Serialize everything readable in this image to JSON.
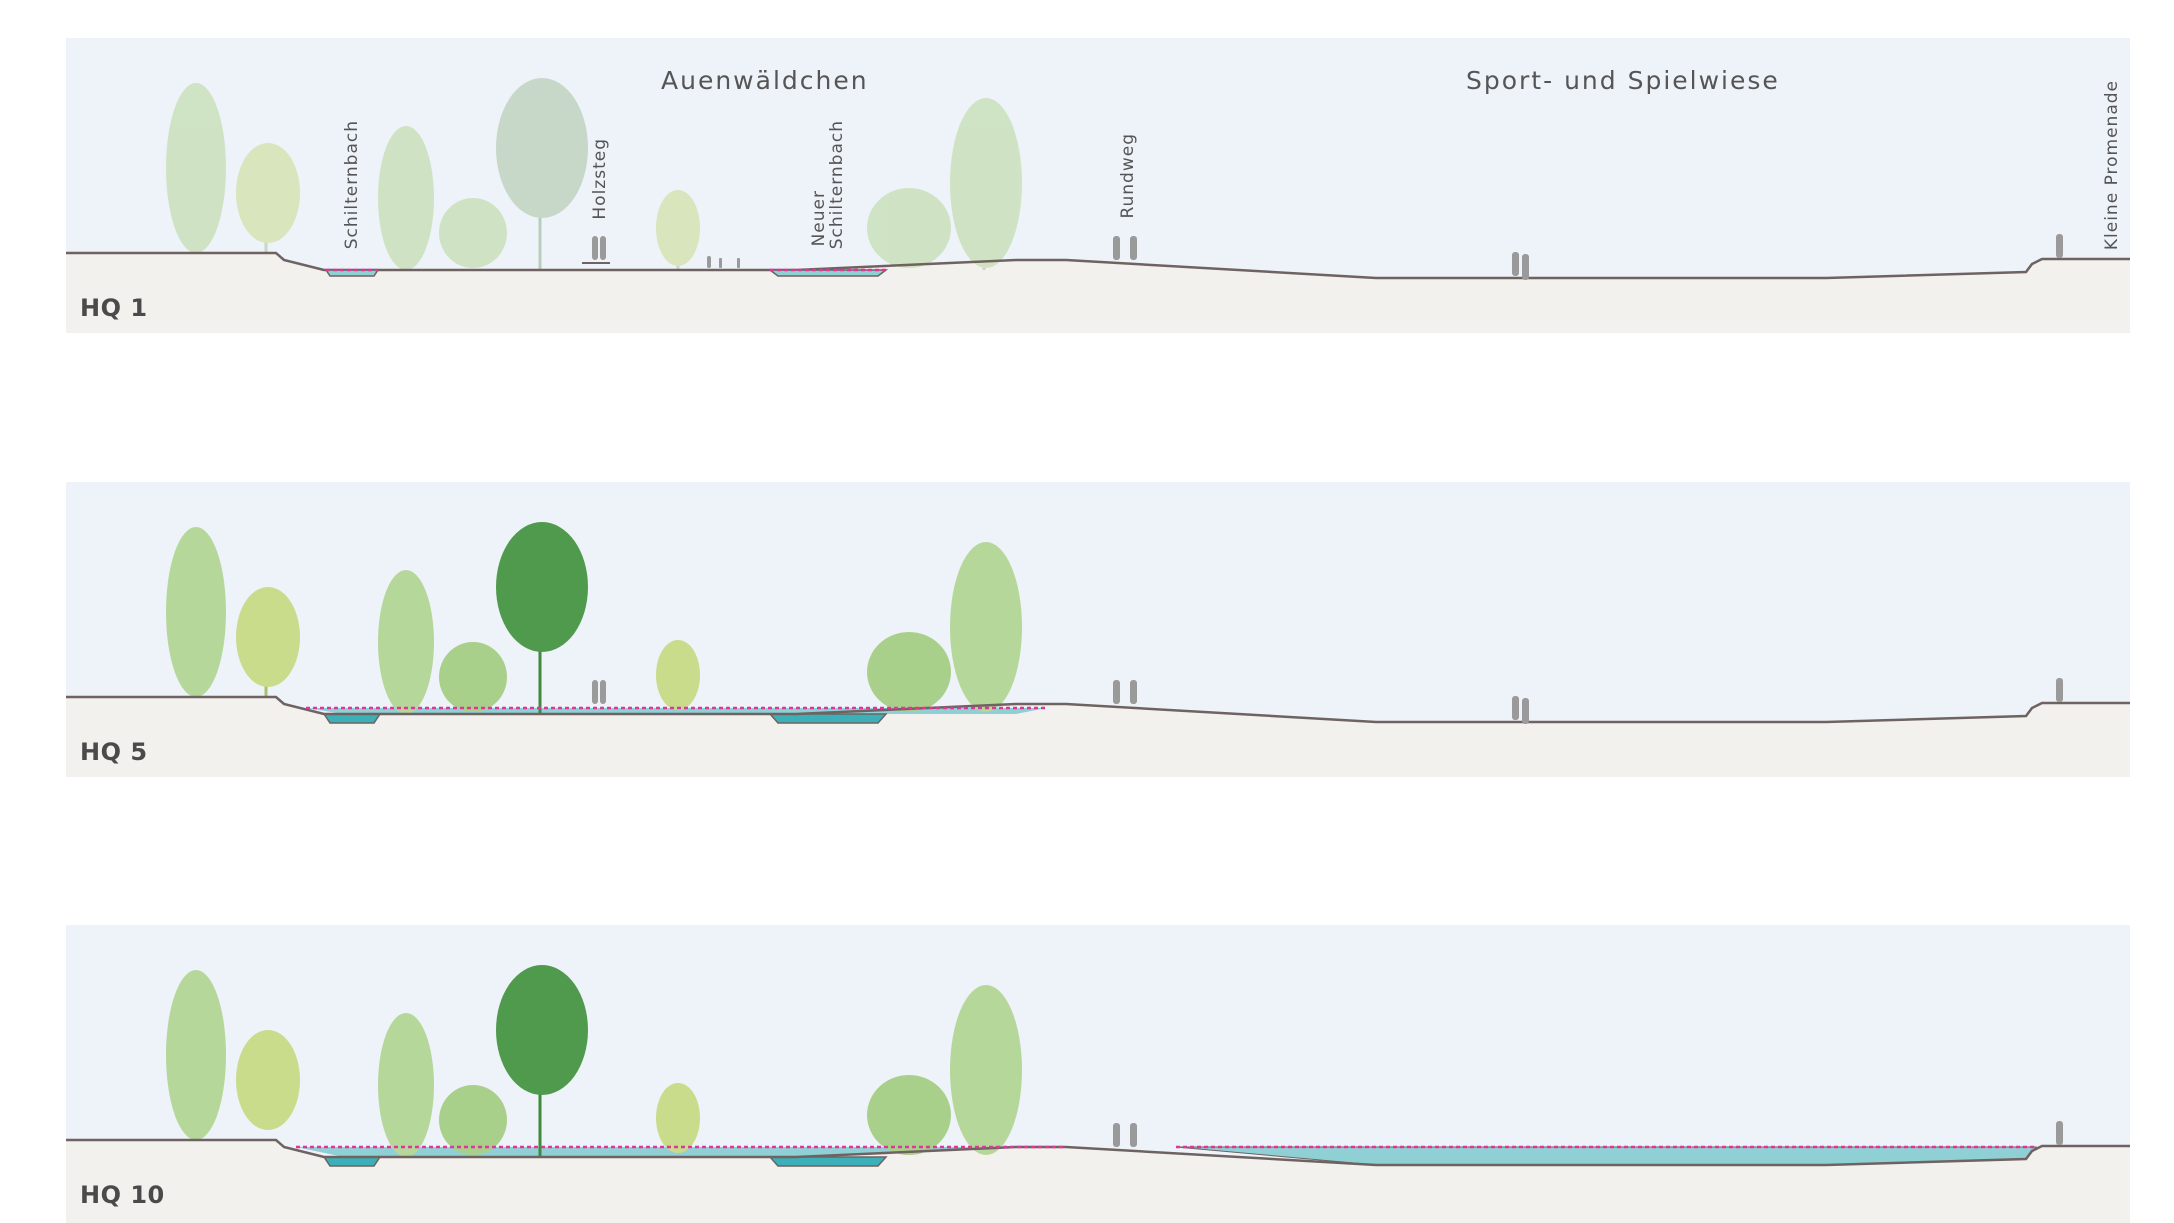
{
  "section_labels": {
    "auenwaeldchen": "Auenwäldchen",
    "sport_spielwiese": "Sport- und Spielwiese"
  },
  "feature_labels": {
    "schilternbach": "Schilternbach",
    "holzsteg": "Holzsteg",
    "neuer_schilternbach_1": "Neuer",
    "neuer_schilternbach_2": "Schilternbach",
    "rundweg": "Rundweg",
    "kleine_promenade": "Kleine Promenade"
  },
  "panels": [
    {
      "label": "HQ 1",
      "flood_level": "HQ 1"
    },
    {
      "label": "HQ 5",
      "flood_level": "HQ 5"
    },
    {
      "label": "HQ 10",
      "flood_level": "HQ 10"
    }
  ],
  "colors": {
    "sky": "#eef2f9",
    "ground": "#f2f1ee",
    "terrain_line": "#6e6360",
    "water": "#3bb0b8",
    "water_light": "#8fd0d4",
    "flood_line": "#e0359a",
    "tree_pale": "#c9dcc0",
    "tree_light": "#b6d79a",
    "tree_yellow": "#c8dc8c",
    "tree_dark": "#4f9a4c",
    "people": "#9a9a9a"
  }
}
